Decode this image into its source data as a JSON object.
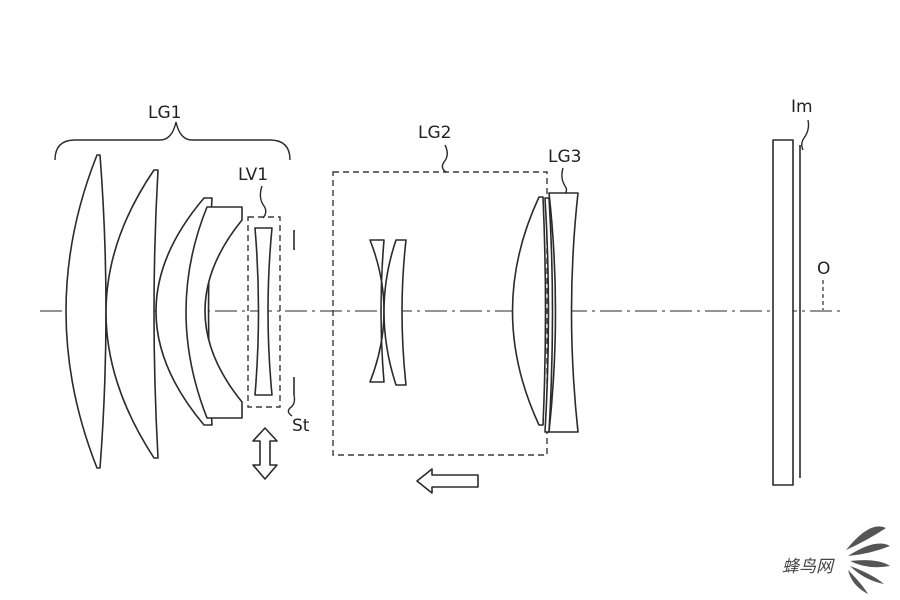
{
  "labels": {
    "lg1": "LG1",
    "lv1": "LV1",
    "lg2": "LG2",
    "lg3": "LG3",
    "im": "Im",
    "o": "O",
    "st": "St"
  },
  "watermark": {
    "text": "蜂鸟网"
  },
  "colors": {
    "line": "#2b2b2b",
    "background": "#ffffff"
  }
}
